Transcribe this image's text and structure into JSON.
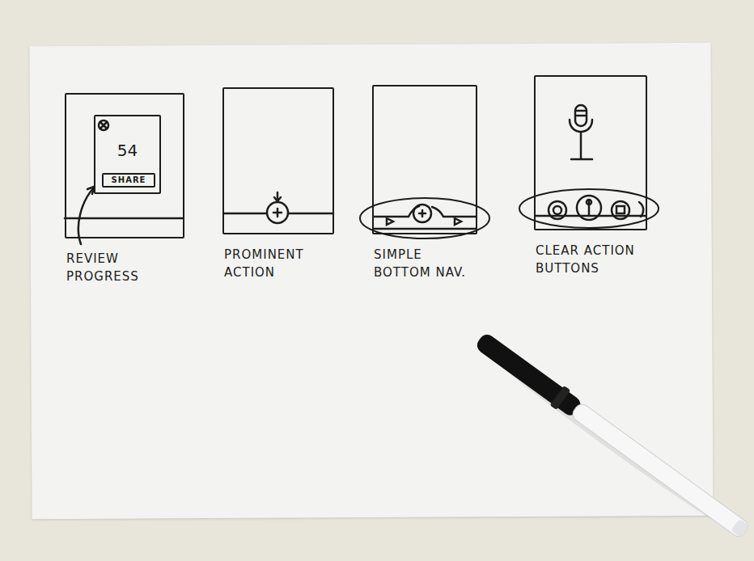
{
  "diagram": {
    "nodes": [
      {
        "text": [
          "REVIEW PROGRESS"
        ]
      },
      {
        "text": [
          "54"
        ],
        "in": 0
      },
      {
        "text": [
          "SHARE"
        ],
        "in": 1
      },
      {
        "text": [
          "PROMINENT ACTION"
        ]
      },
      {
        "text": [
          "SIMPLE BOTTOM NAV."
        ]
      },
      {
        "text": [
          "CLEAR ACTION BUTTONS"
        ]
      }
    ]
  }
}
